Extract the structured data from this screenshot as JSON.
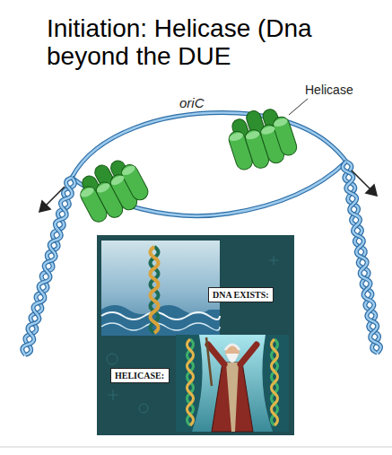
{
  "diagram": {
    "title": "Initiation: Helicase (Dna beyond the DUE",
    "nodes": [
      {
        "text": [
          "DNA EXISTS:"
        ]
      },
      {
        "text": [
          "HELICASE:"
        ]
      }
    ],
    "labels": [
      "Helicase",
      "oriC"
    ]
  }
}
